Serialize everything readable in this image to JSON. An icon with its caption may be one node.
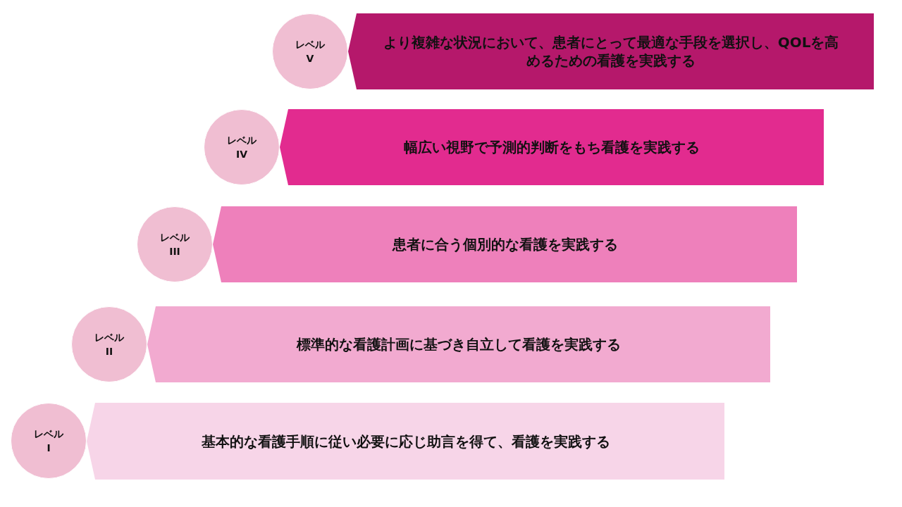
{
  "diagram": {
    "nodes": [
      {
        "text": [
          "レベル V"
        ]
      },
      {
        "text": [
          "より複雑な状況において、患者にとって最適な手段を選択し、QOLを高めるための看護を実践する"
        ]
      },
      {
        "text": [
          "レベル IV"
        ]
      },
      {
        "text": [
          "幅広い視野で予測的判断をもち看護を実践する"
        ]
      },
      {
        "text": [
          "レベル III"
        ]
      },
      {
        "text": [
          "患者に合う個別的な看護を実践する"
        ]
      },
      {
        "text": [
          "レベル II"
        ]
      },
      {
        "text": [
          "標準的な看護計画に基づき自立して看護を実践する"
        ]
      },
      {
        "text": [
          "レベル I"
        ]
      },
      {
        "text": [
          "基本的な看護手順に従い必要に応じ助言を得て、看護を実践する"
        ]
      }
    ],
    "edges": []
  }
}
